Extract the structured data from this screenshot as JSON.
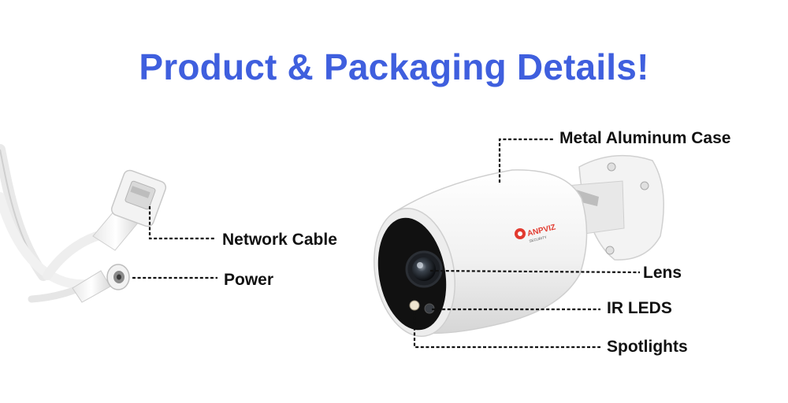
{
  "title": "Product & Packaging Details!",
  "labels": {
    "metal_case": "Metal Aluminum Case",
    "network_cable": "Network Cable",
    "power": "Power",
    "lens": "Lens",
    "ir_leds": "IR LEDS",
    "spotlights": "Spotlights"
  },
  "brand_logo_text": "ANPVIZ SECURITY",
  "colors": {
    "title": "#3f5fde",
    "label": "#111111",
    "camera_body": "#f4f4f4",
    "lens_face": "#111111"
  }
}
